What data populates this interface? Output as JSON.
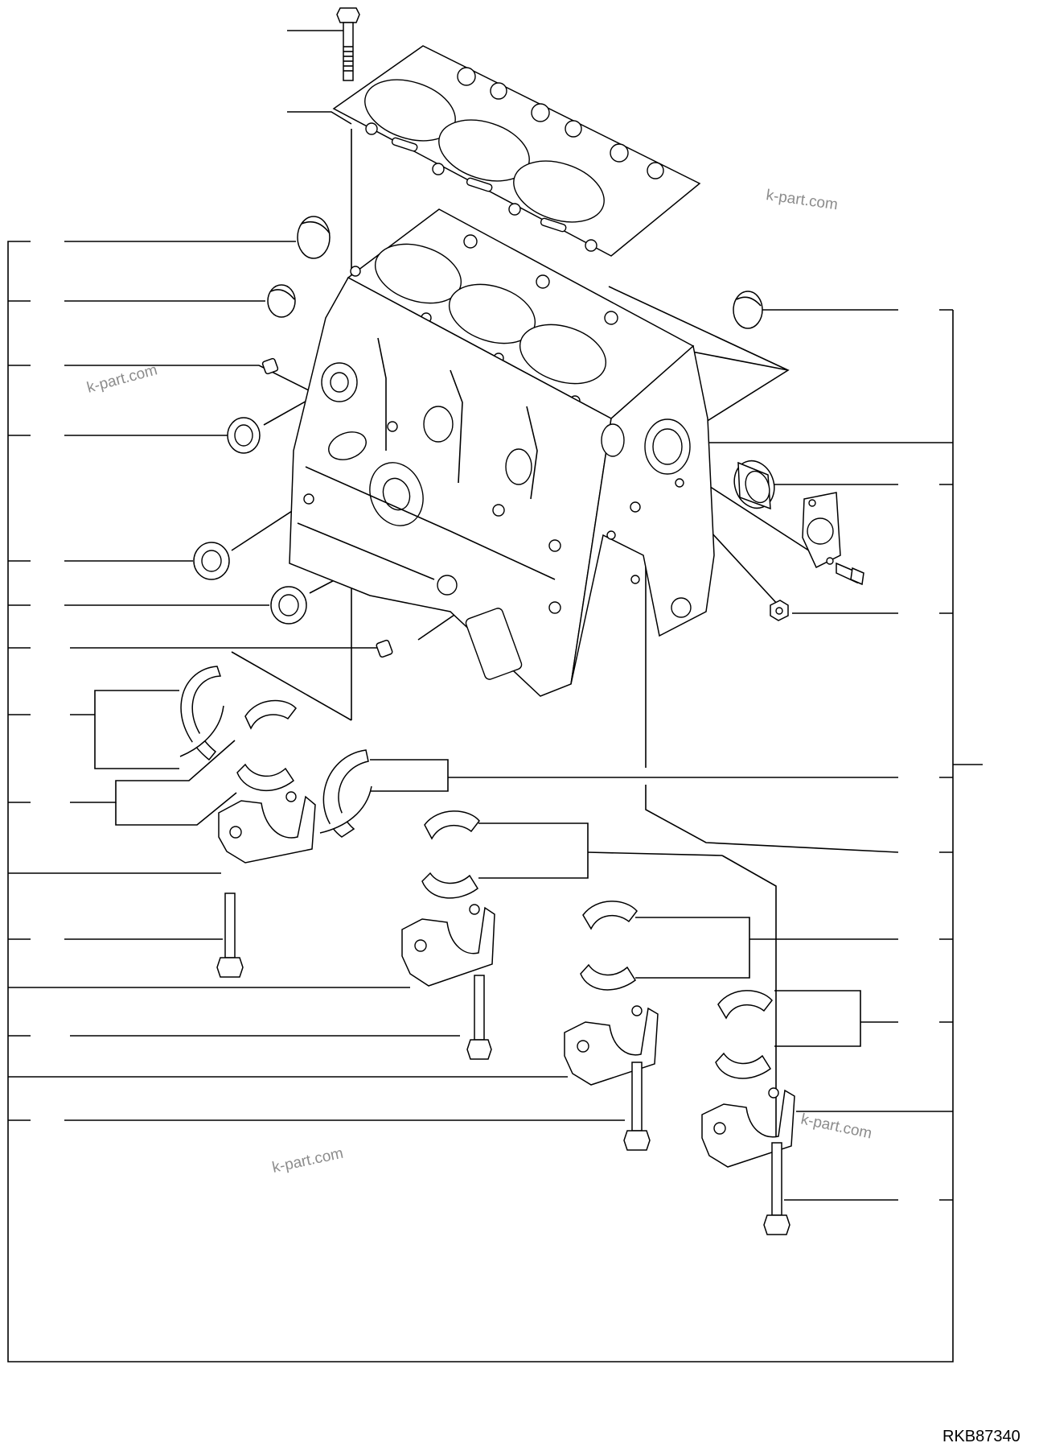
{
  "diagram": {
    "drawing_code": "RKB87340",
    "watermarks": [
      "k-part.com",
      "k-part.com",
      "k-part.com",
      "k-part.com"
    ],
    "line_color": "#000000",
    "watermark_color": "#8c8c8c",
    "background": "#ffffff"
  }
}
